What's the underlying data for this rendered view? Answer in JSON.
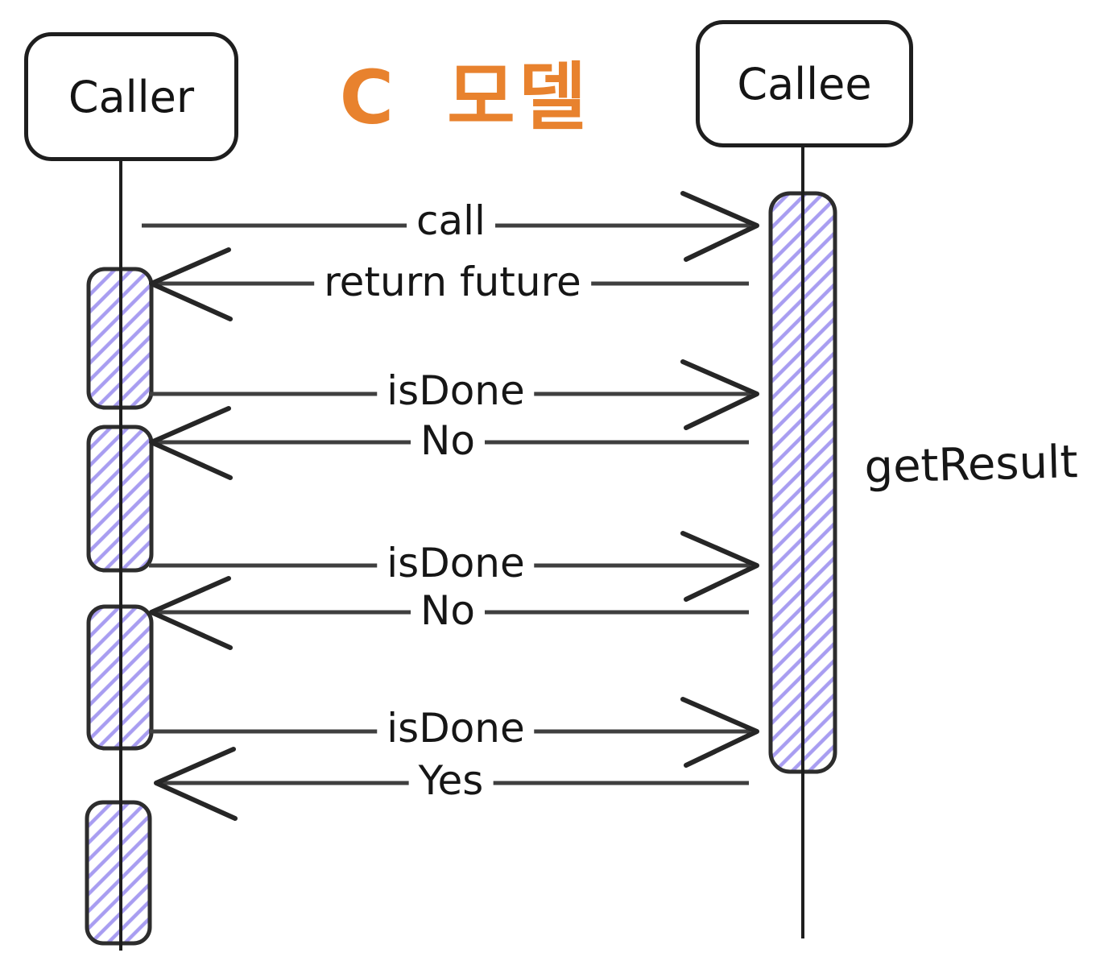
{
  "diagram": {
    "title": "C 모델",
    "actors": {
      "caller": "Caller",
      "callee": "Callee"
    },
    "messages": [
      {
        "label": "call",
        "direction": "right",
        "from": "Caller",
        "to": "Callee"
      },
      {
        "label": "return future",
        "direction": "left",
        "from": "Callee",
        "to": "Caller"
      },
      {
        "label": "isDone",
        "direction": "right",
        "from": "Caller",
        "to": "Callee"
      },
      {
        "label": "No",
        "direction": "left",
        "from": "Callee",
        "to": "Caller"
      },
      {
        "label": "isDone",
        "direction": "right",
        "from": "Caller",
        "to": "Callee"
      },
      {
        "label": "No",
        "direction": "left",
        "from": "Callee",
        "to": "Caller"
      },
      {
        "label": "isDone",
        "direction": "right",
        "from": "Caller",
        "to": "Callee"
      },
      {
        "label": "Yes",
        "direction": "left",
        "from": "Callee",
        "to": "Caller"
      }
    ],
    "annotation": "getResult",
    "colors": {
      "title_orange": "#e8822e",
      "activation_hatch_purple": "#8b7cec",
      "shape_stroke": "#1e1e1e",
      "arrow_line_gray": "#3f3f3f",
      "arrowhead_dark": "#262626"
    }
  }
}
